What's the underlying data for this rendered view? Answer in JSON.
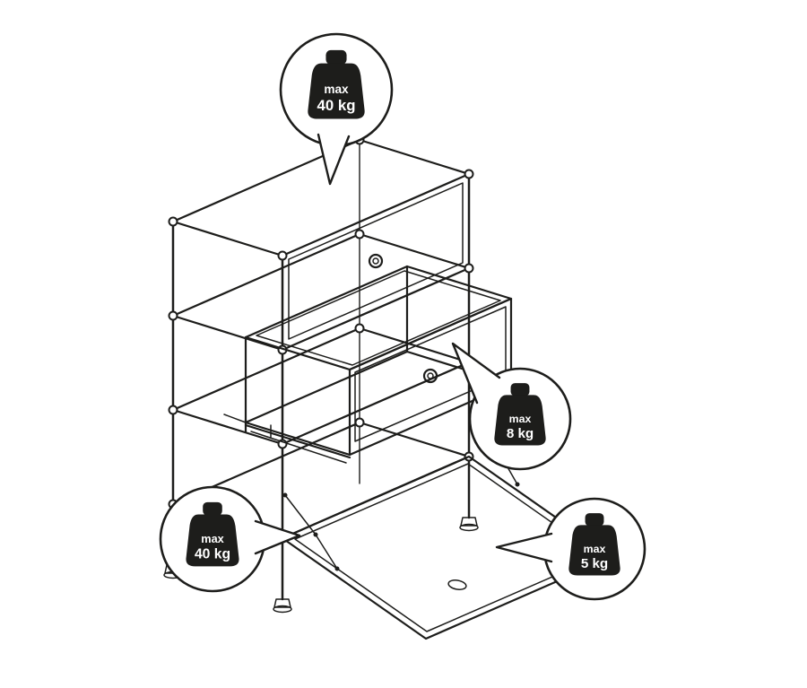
{
  "diagram": {
    "type": "furniture-load-capacity-diagram",
    "background": "#ffffff",
    "line_color": "#1d1d1b",
    "badges": [
      {
        "id": "top-surface-load",
        "line1": "max",
        "line2": "40 kg"
      },
      {
        "id": "drawer-load",
        "line1": "max",
        "line2": "8 kg"
      },
      {
        "id": "shelf-load",
        "line1": "max",
        "line2": "40 kg"
      },
      {
        "id": "drop-down-door-load",
        "line1": "max",
        "line2": "5 kg"
      }
    ]
  }
}
